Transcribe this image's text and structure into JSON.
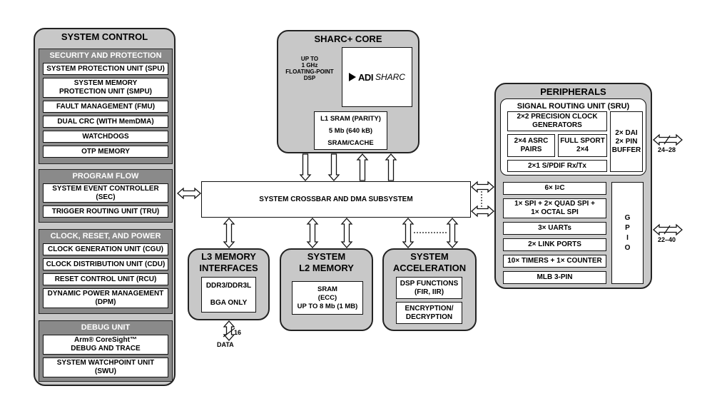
{
  "system_control": {
    "title": "SYSTEM CONTROL",
    "security": {
      "title": "SECURITY AND PROTECTION",
      "items": [
        "SYSTEM PROTECTION UNIT (SPU)",
        "SYSTEM MEMORY\nPROTECTION UNIT (SMPU)",
        "FAULT MANAGEMENT (FMU)",
        "DUAL CRC (WITH MemDMA)",
        "WATCHDOGS",
        "OTP MEMORY"
      ]
    },
    "program_flow": {
      "title": "PROGRAM FLOW",
      "items": [
        "SYSTEM EVENT CONTROLLER\n(SEC)",
        "TRIGGER ROUTING UNIT (TRU)"
      ]
    },
    "clock": {
      "title": "CLOCK, RESET, AND POWER",
      "items": [
        "CLOCK GENERATION UNIT (CGU)",
        "CLOCK DISTRIBUTION UNIT (CDU)",
        "RESET CONTROL UNIT (RCU)",
        "DYNAMIC POWER MANAGEMENT\n(DPM)"
      ]
    },
    "debug": {
      "title": "DEBUG UNIT",
      "items": [
        "Arm® CoreSight™\nDEBUG AND TRACE",
        "SYSTEM WATCHPOINT UNIT\n(SWU)"
      ]
    }
  },
  "sharc_core": {
    "title": "SHARC+ CORE",
    "side_text": "UP TO\n1 GHz\nFLOATING-POINT\nDSP",
    "logo_adi": "ADI",
    "logo_sharc": "SHARC",
    "l1_sram": "L1 SRAM (PARITY)\n5 Mb (640 kB)\nSRAM/CACHE"
  },
  "crossbar": {
    "label": "SYSTEM CROSSBAR AND DMA SUBSYSTEM"
  },
  "l3_memory": {
    "title": "L3 MEMORY\nINTERFACES",
    "box": "DDR3/DDR3L\n\nBGA ONLY",
    "bus_width": "16",
    "data_label": "DATA"
  },
  "l2_memory": {
    "title": "SYSTEM\nL2 MEMORY",
    "box": "SRAM\n(ECC)\nUP TO 8 Mb (1 MB)"
  },
  "acceleration": {
    "title": "SYSTEM\nACCELERATION",
    "dsp": "DSP FUNCTIONS\n(FIR, IIR)",
    "crypto": "ENCRYPTION/\nDECRYPTION"
  },
  "peripherals": {
    "title": "PERIPHERALS",
    "sru": {
      "title": "SIGNAL ROUTING UNIT (SRU)",
      "clock_gen": "2×2 PRECISION CLOCK\nGENERATORS",
      "asrc": "2×4 ASRC\nPAIRS",
      "sport": "FULL SPORT\n2×4",
      "spdif": "2×1 S/PDIF Rx/Tx",
      "dai": "2× DAI\n2× PIN\nBUFFER",
      "dai_pins": "24–28"
    },
    "i2c_prefix": "6× I",
    "i2c_sup": "2",
    "i2c_suffix": "C",
    "list": [
      "1× SPI + 2× QUAD SPI +\n1× OCTAL SPI",
      "3× UARTs",
      "2× LINK PORTS",
      "10× TIMERS + 1× COUNTER",
      "MLB 3-PIN"
    ],
    "gpio": "G\nP\nI\nO",
    "gpio_pins": "22–40"
  },
  "colors": {
    "panel": "#c8c8c8",
    "section": "#8a8a8a",
    "border": "#222222"
  }
}
